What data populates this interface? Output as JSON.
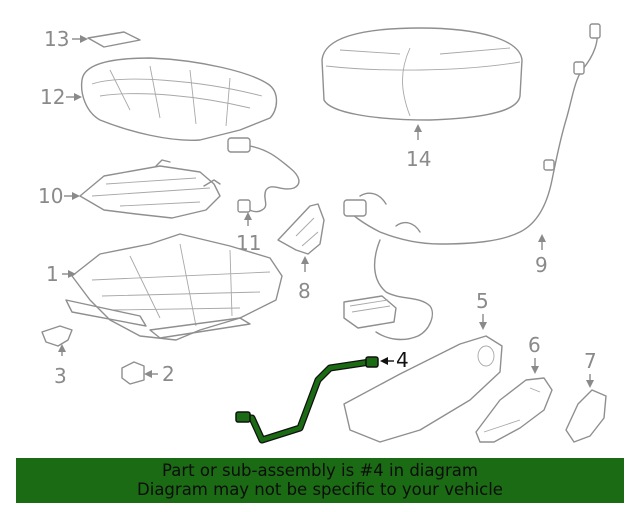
{
  "callouts": {
    "c1": "1",
    "c2": "2",
    "c3": "3",
    "c4": "4",
    "c5": "5",
    "c6": "6",
    "c7": "7",
    "c8": "8",
    "c9": "9",
    "c10": "10",
    "c11": "11",
    "c12": "12",
    "c13": "13",
    "c14": "14"
  },
  "highlight": {
    "part": "4",
    "color": "#1a6b13"
  },
  "banner": {
    "line1": "Part or sub-assembly is #4 in diagram",
    "line2": "Diagram may not be specific to your vehicle",
    "background": "#1a6b13"
  }
}
